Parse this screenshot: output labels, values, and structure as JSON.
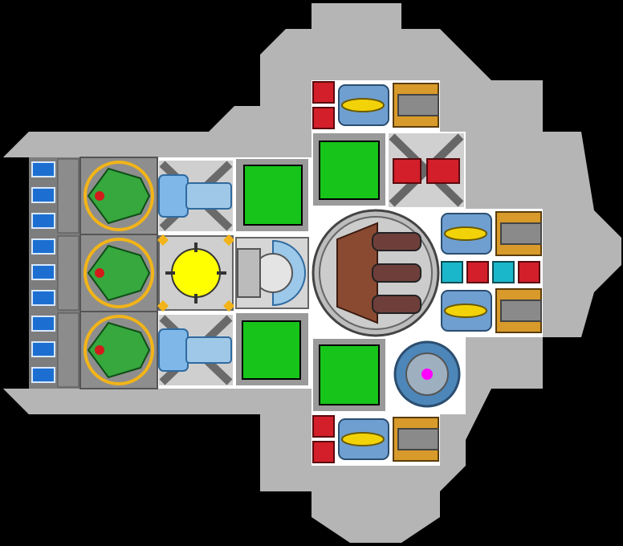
{
  "ship": {
    "colors": {
      "background": "#000000",
      "hull": "#b5b5b5",
      "floor": "#ffffff",
      "room_green": "#16c41a",
      "reactor_yellow": "#ffff00",
      "core_magenta": "#ff00ff",
      "thruster_blue": "#2f8fe0",
      "engine_green": "#3cb44b",
      "turret_gold": "#d89a2a",
      "red_block": "#d21f2a",
      "teal_block": "#19b7c9",
      "cannon_brown": "#8a4a32"
    },
    "modules": {
      "thruster_banks": 3,
      "engines": 3,
      "cooling_units": 2,
      "reactor": 1,
      "shield_generator": 1,
      "green_rooms": 4,
      "main_cannon_barrels": 3,
      "laser_turrets": 4,
      "gatling_turrets": 4,
      "red_ammo_blocks": 6,
      "teal_ammo_blocks": 2,
      "red_missile_launcher": 1,
      "warp_core": 1
    },
    "icons": {
      "thruster": "thruster-icon",
      "engine": "engine-icon",
      "cooler": "cooling-fins-icon",
      "reactor": "reactor-icon",
      "shield": "shield-dome-icon",
      "room": "room-icon",
      "cannon": "triple-cannon-icon",
      "laser": "laser-turret-icon",
      "gatling": "gatling-turret-icon",
      "ammo": "ammo-block-icon",
      "missile": "missile-launcher-icon",
      "core": "warp-core-icon"
    }
  }
}
